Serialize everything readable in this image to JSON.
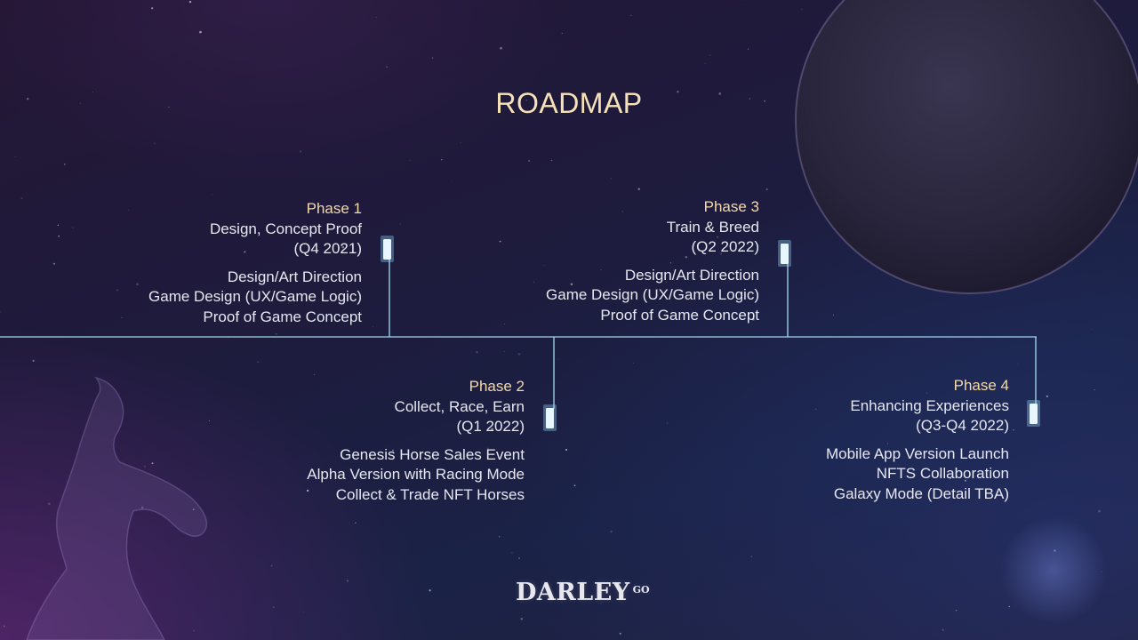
{
  "title": "ROADMAP",
  "phases": [
    {
      "title": "Phase 1",
      "name": "Design, Concept Proof",
      "period": "(Q4 2021)",
      "items": [
        "Design/Art Direction",
        "Game Design (UX/Game Logic)",
        "Proof of Game Concept"
      ]
    },
    {
      "title": "Phase 2",
      "name": "Collect, Race, Earn",
      "period": "(Q1 2022)",
      "items": [
        "Genesis Horse Sales Event",
        "Alpha Version with Racing Mode",
        "Collect & Trade NFT Horses"
      ]
    },
    {
      "title": "Phase 3",
      "name": "Train & Breed",
      "period": "(Q2 2022)",
      "items": [
        "Design/Art Direction",
        "Game Design (UX/Game Logic)",
        "Proof of Game Concept"
      ]
    },
    {
      "title": "Phase 4",
      "name": "Enhancing Experiences",
      "period": "(Q3-Q4 2022)",
      "items": [
        "Mobile App Version Launch",
        "NFTS Collaboration",
        "Galaxy Mode (Detail TBA)"
      ]
    }
  ],
  "logo": {
    "main": "DARLEY",
    "sup": "GO"
  },
  "colors": {
    "title": "#f6e2b8",
    "timeline": "#9fd3e8",
    "marker": "#e8f7ff",
    "text": "#e6e7f0"
  }
}
